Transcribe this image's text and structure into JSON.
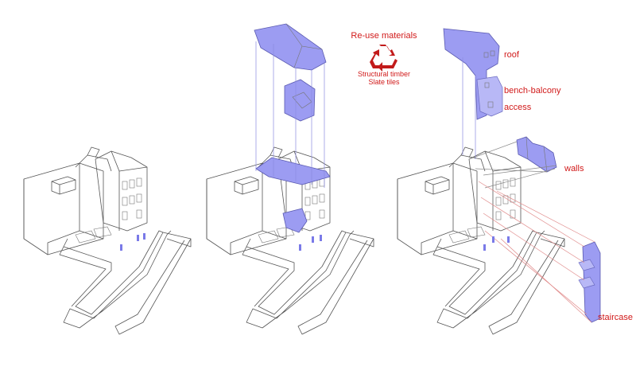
{
  "reuse": {
    "title": "Re-use materials",
    "line1": "Structural timber",
    "line2": "Slate tiles",
    "icon": "recycle-icon",
    "icon_color": "#c21b1b"
  },
  "labels": {
    "roof": "roof",
    "bench": "bench-balcony",
    "access": "access",
    "walls": "walls",
    "staircase": "staircase"
  },
  "colors": {
    "highlight": "#9c9cf2",
    "label": "#d11a1a",
    "line": "#555555"
  }
}
